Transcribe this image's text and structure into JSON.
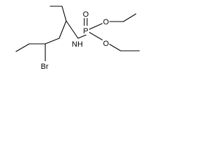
{
  "molecule": {
    "labels": {
      "phosphorus": "P",
      "carbonyl_oxygen": "O",
      "ester_oxygen_upper": "O",
      "ester_oxygen_lower": "O",
      "amine": "NH",
      "bromine": "Br"
    },
    "colors": {
      "bond": "#000000",
      "label": "#000000",
      "background": "#ffffff"
    }
  }
}
